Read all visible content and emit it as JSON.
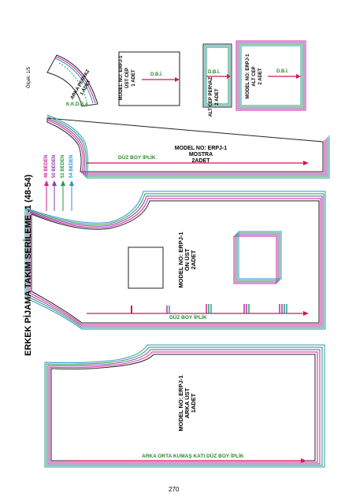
{
  "header": {
    "scale": "Ölçek: 1/5",
    "title": "ERKEK PİJAMA TAKIM SERİLEME -1 (48-54)"
  },
  "legend": [
    {
      "label": "48 BEDEN",
      "color": "#d61f9a"
    },
    {
      "label": "50 BEDEN",
      "color": "#8a3fb0"
    },
    {
      "label": "52 BEDEN",
      "color": "#2a9a4a"
    },
    {
      "label": "54 BEDEN",
      "color": "#2a96c8"
    }
  ],
  "pieces": {
    "arka_pervaz": {
      "label": "ARKA PERVAZ\n1 ADET",
      "fold": "K.K.D.B.4"
    },
    "ust_cep": {
      "label": "MODEL NO: ERPJ-1\nÜST CEP\n1 ADET",
      "grain": "D.B.İ."
    },
    "alt_cep_pervaz": {
      "label": "ALT CEP PERVAZ\n2 ADET",
      "grain": "D.B.İ."
    },
    "alt_cep": {
      "label": "MODEL NO: ERPJ-1\nALT CEP\n2 ADET",
      "grain": "D.B.İ."
    },
    "mostra": {
      "label": "MODEL NO: ERPJ-1\nMOSTRA\n2ADET",
      "grain": "DÜZ BOY İPLİK"
    },
    "on_ust": {
      "label": "MODEL NO: ERPJ-1\nÖN ÜST\n2ADET",
      "grain": "DÜZ BOY İPLİK"
    },
    "arka_ust": {
      "label": "MODEL NO: ERPJ-1\nARKA ÜST\n1ADET",
      "grain": "ARKA ORTA KUMAŞ KATI DÜZ BOY İPLİK"
    }
  },
  "footer": {
    "page_number": "270"
  },
  "colors": {
    "size48": "#d61f9a",
    "size50": "#8a3fb0",
    "size52": "#2a9a4a",
    "size54": "#2a96c8",
    "grainline": "#d0195a",
    "outline": "#222222"
  }
}
